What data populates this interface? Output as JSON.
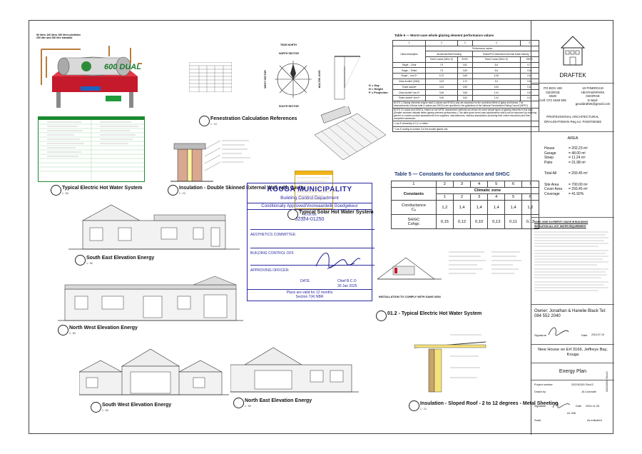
{
  "drawing": {
    "titles": {
      "hot_water": "Typical Electric Hot Water System",
      "insulation_wall": "Insulation - Double Skinned External Wall with Cavity",
      "fenestration": "Fenestration Calculation References",
      "solar": "Typical Solar Hot Water System",
      "se": "South East Elevation Energy",
      "nw": "North West Elevation Energy",
      "sw": "South West Elevation Energy",
      "ne": "North East Elevation Energy",
      "hot_water_012": "01.2 - Typical Electric Hot Water System",
      "roof": "Insulation - Sloped Roof - 2 to 12 degrees - Metal Sheeting",
      "sans": "INSTALLATION TO COMPLY WITH SANS 0254"
    },
    "geyser_note": "50 litres 100 litres 150 litres plinthline\n200 litre and 250 litre standard",
    "geyser_brand": "600 DUAL",
    "scale": "1 : 50",
    "scale_10": "1 : 10",
    "compass": {
      "true_north": "TRUE NORTH",
      "north": "NORTH SECTOR",
      "south": "SOUTH SECTOR",
      "east": "EAST SECTOR",
      "west": "WEST SECTOR",
      "legend": [
        "D = Day",
        "H = Height",
        "P = Projection"
      ]
    }
  },
  "table6": {
    "title": "Table 6 — Worst-case whole glazing element performance values",
    "col_numbers": [
      "1",
      "2",
      "3",
      "4",
      "5"
    ],
    "perf": "Performance values",
    "glass_desc": "Glass description",
    "alu": "Aluminium/Steel framing",
    "timber": "Timber/PVC/Aluminium thermal break framing",
    "tv": "Total U-value (W/m² K)",
    "shgc": "SHGC",
    "rows": [
      [
        "Single – Clear",
        "7,9",
        "0,81",
        "5,6",
        "0,77"
      ],
      [
        "Single – Tinted",
        "7,9",
        "0,69",
        "5,6",
        "0,65"
      ],
      [
        "Single – Low Eᵃ",
        "5,73",
        "0,69",
        "4,08",
        "0,61"
      ],
      [
        "Clear doubleᵇ (3/6/3)",
        "4,23",
        "0,72",
        "3,0",
        "0,69"
      ],
      [
        "Tinted doubleᵇ",
        "4,23",
        "0,59",
        "3,00",
        "0,54"
      ],
      [
        "Clear doubleᵇ low Eᵃ",
        "3,46",
        "0,66",
        "2,41",
        "0,62"
      ],
      [
        "Tinted doubleᵇ low Eᵃ",
        "3,46",
        "0,54",
        "2,41",
        "0,51"
      ]
    ],
    "note1": "NOTE 1   Glazing elements require total U-values and SHGCs and are assessed for the combined effect of glass and frames. The measurements of these total U-values and SHGCs are specified in the guidelines of the National Fenestration Rating Council (NFRC).",
    "note2": "NOTE 2   U-value and SHGCs, based on the NFRC assessment methods are shown for some simple types of glazing elements in this table. (Smaller numbers indicate better glazing element performance.) This table gives worst case assessments which can be improved by obtaining generic or custom product assessments from suppliers, manufacturers, industry associations (including their online resources) and from competent assessors.",
    "foot_a": "ᵃ  Low E emissivity of 0,2, or better.",
    "foot_b": "ᵇ  Low E coating to surface 3 of the double glazed unit."
  },
  "table5": {
    "title": "Table 5 — Constants for conductance and SHGC",
    "cols": [
      "1",
      "2",
      "3",
      "4",
      "5",
      "6",
      "7"
    ],
    "constants": "Constants",
    "climatic": "Climatic zone",
    "zones": [
      "1",
      "2",
      "3",
      "4",
      "5",
      "6"
    ],
    "row1_label": "Conductance",
    "row1_sub": "Cᵤ",
    "row1": [
      "1,2",
      "1,4",
      "1,4",
      "1,4",
      "1,4",
      "1,2"
    ],
    "row2_label": "SHGC",
    "row2_sub": "Cshgc",
    "row2": [
      "0,15",
      "0,12",
      "0,10",
      "0,13",
      "0,11",
      "0,13"
    ]
  },
  "stamp": {
    "name": "KOUGA MUNICIPALITY",
    "dept": "Building Control Department",
    "status": "Conditionally Approved/Voorwaardelik Goedgekeur",
    "plan_nr_label": "PLAN NR",
    "plan_nr": "J2324-01250",
    "aesthetics": "AESTHETICS COMMITTEE:",
    "bco": "BUILDING CONTROL OFF.",
    "approving": "APPROVING OFFICER:",
    "date_label": "DATE",
    "signer": "Chief B.C.O",
    "date": "30 Jan 2025",
    "valid1": "Plans are valid for 12 months",
    "valid2": "Section 7(4) NBR"
  },
  "titleblock": {
    "company": "DRAFTEK",
    "addr_left": [
      "PO BOX 430",
      "GEORGE",
      "6530",
      "Cell: 072 4628 506"
    ],
    "addr_right": [
      "10 PINEROAD",
      "HEATHERPARK",
      "GEORGE",
      "E-Mail:",
      "geoddraftek@gmail.com"
    ],
    "prof": "PROFESSIONAL ARCHITECTURAL",
    "reg": "DRAUGHTSMAN Reg no: PAD0760482",
    "area_title": "AREA",
    "areas": [
      [
        "House",
        "= 202.23 m²"
      ],
      [
        "Garage",
        "= 48.00 m²"
      ],
      [
        "Stoep",
        "= 11.24 m²"
      ],
      [
        "Patio",
        "= 31.98 m²"
      ]
    ],
    "total": [
      "Total All",
      "= 293.45 m²"
    ],
    "site": [
      [
        "Site Area",
        "= 700.00 m²"
      ],
      [
        "Cover Area",
        "= 293.45 m²"
      ],
      [
        "Coverage",
        "= 41.92%"
      ]
    ],
    "notes_title": "SANS 10400 XA ENERGY USAGE IN BUILDINGS",
    "notes_sub": "INSULATION ALL HOT WATER REQUIREMENT",
    "owner": "Owner: Jonathan & Hanelie Black Tel: 084 552 2040",
    "signature": "Signature",
    "date_label": "Date",
    "date": "2024-07-15",
    "project": "New House on Erf 3166, Jeffreys Bay, Kouga",
    "sheet_title": "Energy Plan",
    "project_number_label": "Project number",
    "project_number": "202240301 Rev12",
    "drawn_by_label": "Drawn by",
    "drawn_by": "JA Conradie",
    "sig_date": "2024-11-26",
    "paper": "A1 006",
    "scale_label": "Scale",
    "scale": "As indicated",
    "side_id": "202240301 Rev12"
  }
}
